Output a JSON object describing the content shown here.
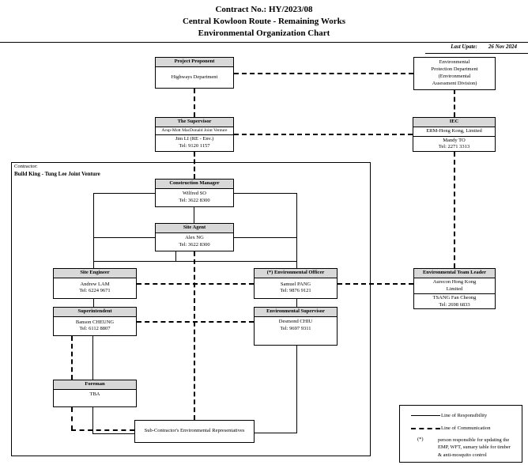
{
  "title": {
    "line1": "Contract No.: HY/2023/08",
    "line2": "Central Kowloon Route - Remaining Works",
    "line3": "Environmental Organization Chart"
  },
  "last_update": {
    "label": "Last Upate:",
    "value": "26 Nov 2024"
  },
  "contractor_frame": {
    "label": "Contractor:",
    "name": "Build King - Tung Lee Joint Venture"
  },
  "boxes": {
    "project_proponent": {
      "title": "Project Proponent",
      "org": "Highways Department"
    },
    "epd": {
      "lines": [
        "Environmental",
        "Protection Department",
        "(Environmental",
        "Assessment Division)"
      ]
    },
    "supervisor": {
      "title": "The Supervisor",
      "org": "Arup-Mott MacDonald Joint Venture",
      "person": "Jim LI (RE - Env.)",
      "tel": "Tel: 9120 1157"
    },
    "iec": {
      "title": "IEC",
      "org": "ERM-Hong Kong, Limited",
      "person": "Mandy TO",
      "tel": "Tel: 2271 3313"
    },
    "construction_manager": {
      "title": "Construction Manager",
      "person": "Wilfred SO",
      "tel": "Tel: 3622 8300"
    },
    "site_agent": {
      "title": "Site Agent",
      "person": "Alex NG",
      "tel": "Tel: 3622 8300"
    },
    "site_engineer": {
      "title": "Site Engineer",
      "person": "Andrew LAM",
      "tel": "Tel: 6224 9671"
    },
    "environmental_officer": {
      "title": "(*) Environmental Officer",
      "person": "Samuel PANG",
      "tel": "Tel: 9876 9121"
    },
    "environmental_team_leader": {
      "title": "Environmental Team Leader",
      "org_line1": "Aurecon Hong Kong",
      "org_line2": "Limited",
      "person": "TSANG Fan Cheong",
      "tel": "Tel: 2698 6833"
    },
    "superintendent": {
      "title": "Superintendent",
      "person": "Banson CHEUNG",
      "tel": "Tel: 6112 8807"
    },
    "environmental_supervisor": {
      "title": "Environmental Supervisor",
      "person": "Desmond CHIU",
      "tel": "Tel: 9697 9311"
    },
    "foreman": {
      "title": "Foreman",
      "person": "TBA"
    },
    "subcontractor": {
      "label": "Sub-Contractor's Environmental Representatives"
    }
  },
  "legend": {
    "responsibility": "Line of Responsibility",
    "communication": "Line of Communication",
    "asterisk": "(*)",
    "note": "person responsible for updating the EMP, WFT, sumary table for timber & anti-mosquito control"
  }
}
